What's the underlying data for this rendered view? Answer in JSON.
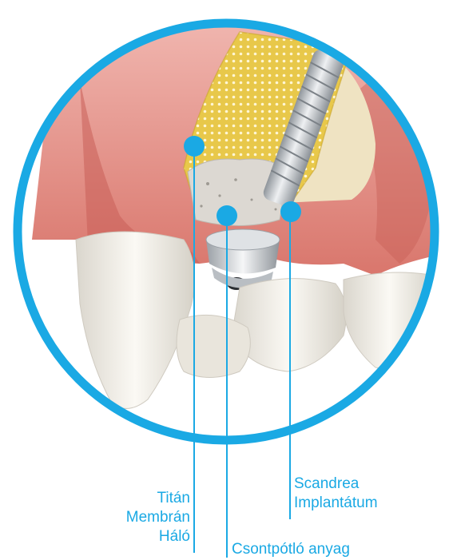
{
  "colors": {
    "accent": "#1aa9e4",
    "gum": "#e79a94",
    "gum_dark": "#d9786f",
    "tooth": "#f4f1ea",
    "bone": "#efe3c2",
    "mesh": "#e6c640",
    "implant": "#c9cdd1"
  },
  "labels": {
    "titan": [
      "Titán",
      "Membrán",
      "Háló"
    ],
    "scandrea": [
      "Scandrea",
      "Implantátum"
    ],
    "csont": "Csontpótló anyag"
  }
}
